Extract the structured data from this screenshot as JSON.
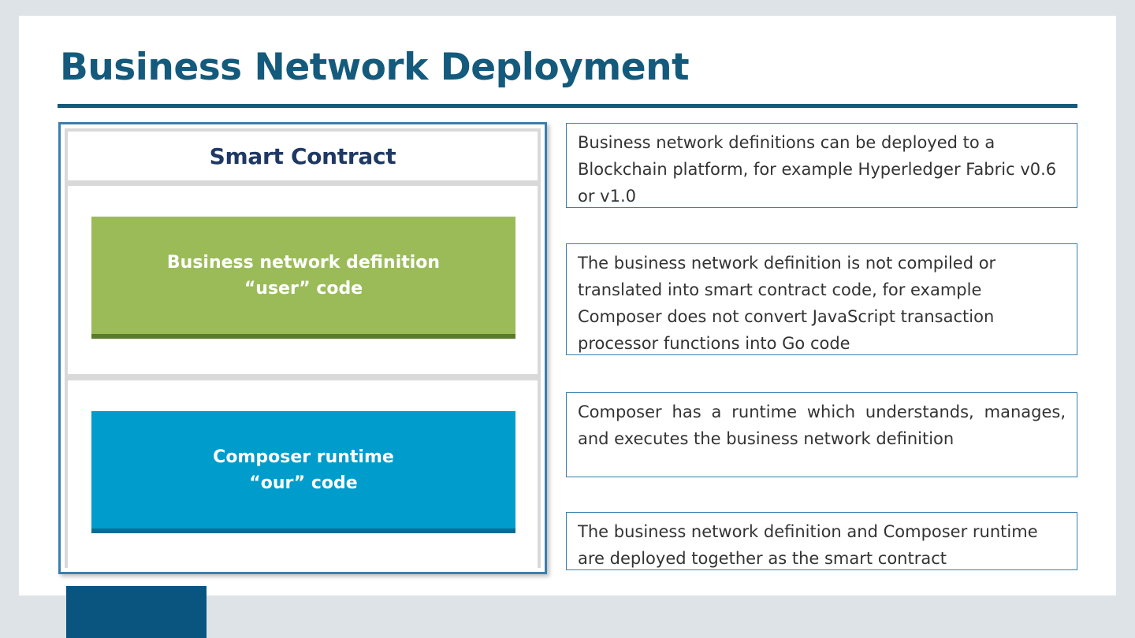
{
  "slide": {
    "title": "Business Network Deployment"
  },
  "diagram": {
    "header": "Smart Contract",
    "blocks": [
      {
        "line1": "Business network definition",
        "line2": "“user” code",
        "color": "#9bbb59"
      },
      {
        "line1": "Composer runtime",
        "line2": "“our” code",
        "color": "#009ccc"
      }
    ]
  },
  "notes": [
    "Business network definitions can be deployed to a Blockchain platform, for example Hyperledger Fabric v0.6 or v1.0",
    "The business network definition is not compiled or translated into smart contract code, for example Composer does not convert JavaScript transaction processor functions into Go code",
    "Composer has a runtime which understands, manages, and executes the business network definition",
    "The business network definition and Composer runtime are deployed together as the smart contract"
  ],
  "colors": {
    "title": "#145a7c",
    "accent": "#0a5580",
    "border": "#3a7fae"
  }
}
